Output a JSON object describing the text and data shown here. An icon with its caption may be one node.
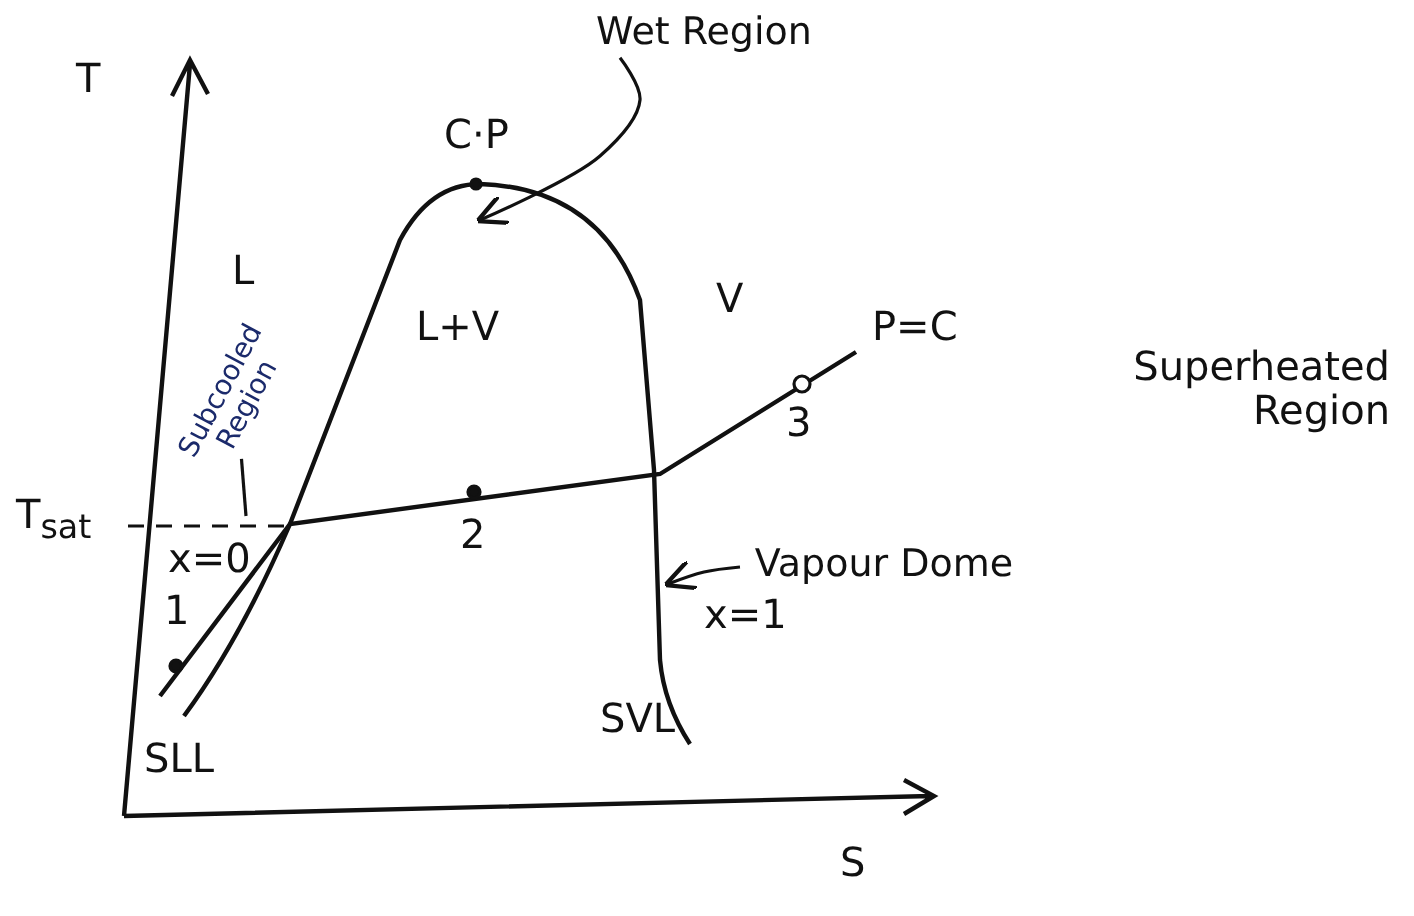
{
  "diagram": {
    "nodes": [
      {
        "text": [
          "Wet Region"
        ]
      },
      {
        "text": [
          "Vapour Dome"
        ]
      },
      {
        "text": [
          "Subcooled Region"
        ]
      }
    ],
    "edges": [
      {
        "from": 0,
        "to": null,
        "arrow": "to"
      },
      {
        "from": 1,
        "to": null,
        "arrow": "to"
      },
      {
        "from": 2,
        "to": null,
        "arrow": "none"
      }
    ],
    "labels": [
      "T",
      "C·P",
      "L",
      "L+V",
      "V",
      "P=C",
      "3",
      "Superheated Region",
      "T$_{sat}$",
      "x=0",
      "2",
      "x=1",
      "1",
      "SLL",
      "SVL",
      "S"
    ]
  }
}
